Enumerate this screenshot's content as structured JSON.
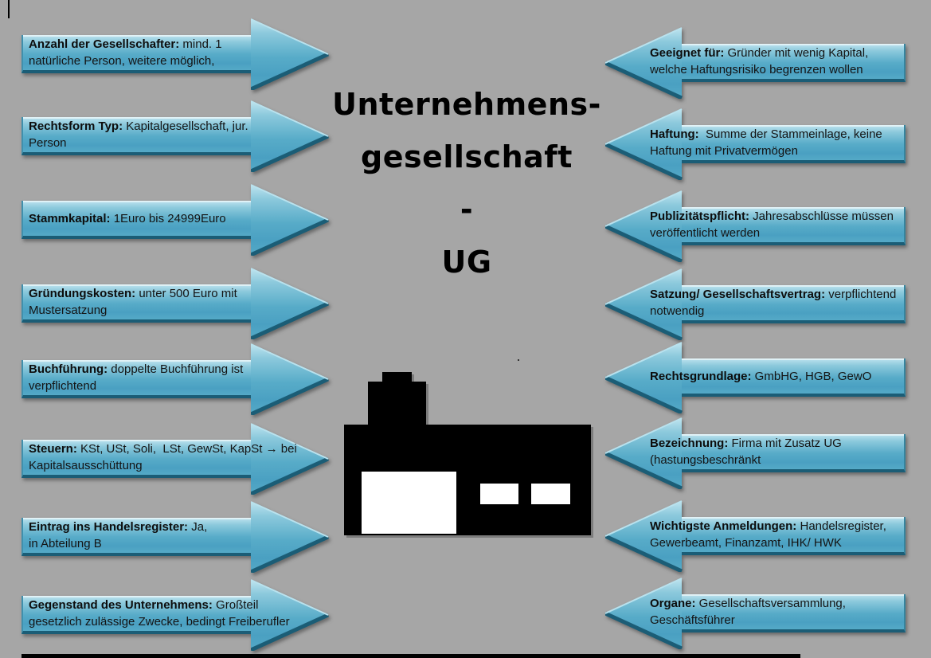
{
  "title": {
    "lines": [
      "Unternehmens-",
      "gesellschaft",
      "-",
      "UG"
    ]
  },
  "left_arrows": [
    {
      "label": "Anzahl der Gesellschafter:",
      "text": " mind. 1\nnatürliche Person, weitere möglich,"
    },
    {
      "label": "Rechtsform Typ:",
      "text": " Kapitalgesellschaft, jur.\nPerson"
    },
    {
      "label": "Stammkapital:",
      "text": " 1Euro bis 24999Euro"
    },
    {
      "label": "Gründungskosten:",
      "text": " unter 500 Euro mit\nMustersatzung"
    },
    {
      "label": "Buchführung:",
      "text": " doppelte Buchführung ist\nverpflichtend"
    },
    {
      "label": "Steuern:",
      "text": " KSt, USt, Soli,  LSt, GewSt, KapSt → bei\nKapitalsausschüttung"
    },
    {
      "label": "Eintrag ins Handelsregister:",
      "text": " Ja,\nin Abteilung B"
    },
    {
      "label": "Gegenstand des Unternehmens:",
      "text": " Großteil\ngesetzlich zulässige Zwecke, bedingt Freiberufler"
    }
  ],
  "right_arrows": [
    {
      "label": "Geeignet für:",
      "text": " Gründer mit wenig Kapital,\nwelche Haftungsrisiko begrenzen wollen"
    },
    {
      "label": "Haftung:",
      "text": "  Summe der Stammeinlage, keine\nHaftung mit Privatvermögen"
    },
    {
      "label": "Publizitätspflicht:",
      "text": " Jahresabschlüsse müssen\nveröffentlicht werden"
    },
    {
      "label": "Satzung/ Gesellschaftsvertrag:",
      "text": " verpflichtend\nnotwendig"
    },
    {
      "label": "Rechtsgrundlage:",
      "text": " GmbHG, HGB, GewO"
    },
    {
      "label": "Bezeichnung:",
      "text": " Firma mit Zusatz UG\n(hastungsbeschränkt"
    },
    {
      "label": "Wichtigste Anmeldungen:",
      "text": " Handelsregister,\nGewerbeamt, Finanzamt, IHK/ HWK"
    },
    {
      "label": "Organe:",
      "text": " Gesellschaftsversammlung,\nGeschäftsführer"
    }
  ],
  "icons": {
    "center": "factory-building-icon",
    "left": "block-arrow-right-icon",
    "right": "block-arrow-left-icon"
  },
  "colors": {
    "background": "#a6a6a6",
    "arrow_fill_light": "#bfe4ef",
    "arrow_fill_dark": "#4aa0c2",
    "arrow_edge": "#1b5d76",
    "title_text": "#000000",
    "body_text": "#141414",
    "building": "#000000"
  }
}
